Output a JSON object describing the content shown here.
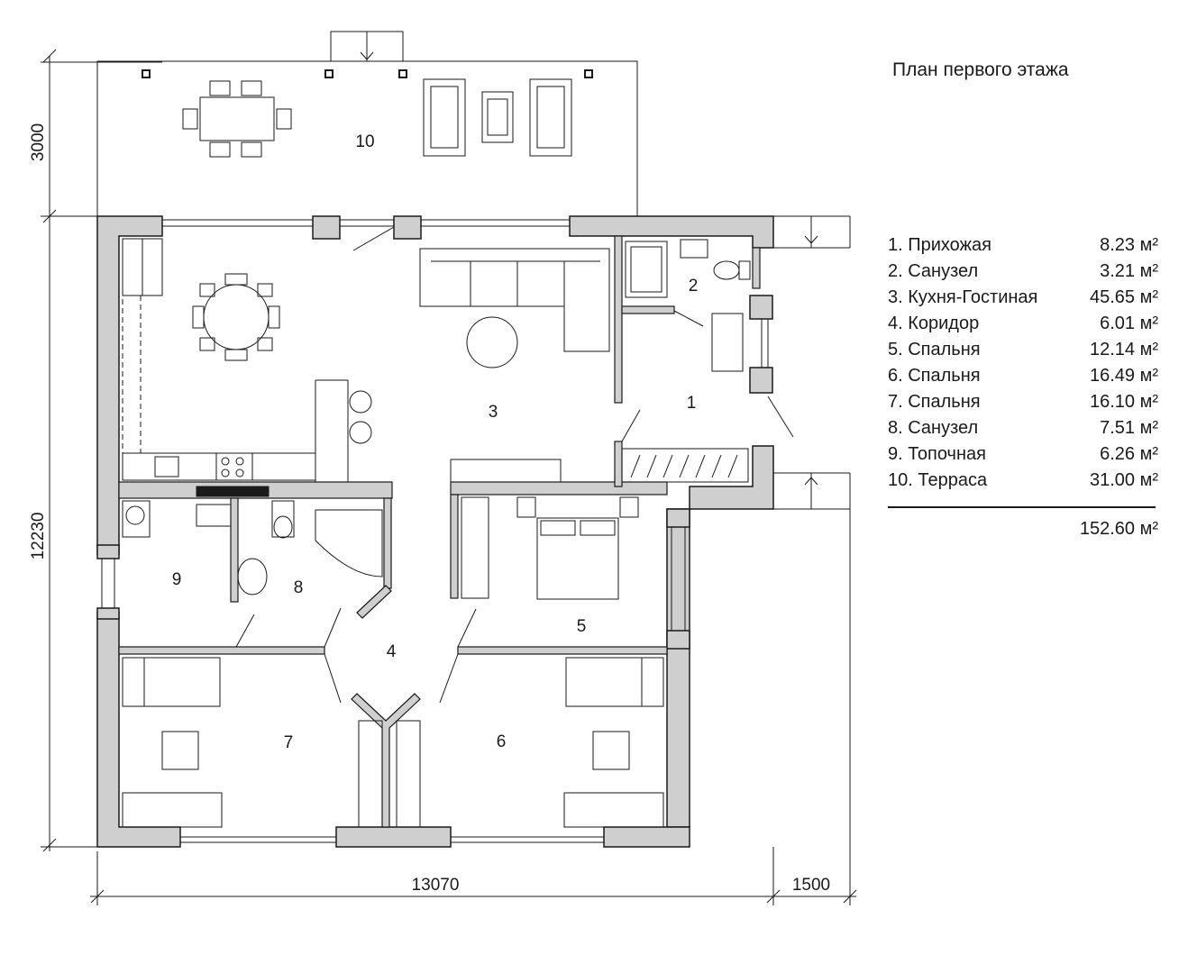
{
  "title": "План первого этажа",
  "rooms": [
    {
      "name": "1. Прихожая",
      "area": "8.23 м²"
    },
    {
      "name": "2. Санузел",
      "area": "3.21 м²"
    },
    {
      "name": "3. Кухня-Гостиная",
      "area": "45.65 м²"
    },
    {
      "name": "4. Коридор",
      "area": "6.01 м²"
    },
    {
      "name": "5. Спальня",
      "area": "12.14 м²"
    },
    {
      "name": "6. Спальня",
      "area": "16.49 м²"
    },
    {
      "name": "7. Спальня",
      "area": "16.10 м²"
    },
    {
      "name": "8. Санузел",
      "area": "7.51 м²"
    },
    {
      "name": "9. Топочная",
      "area": "6.26 м²"
    },
    {
      "name": "10. Терраса",
      "area": "31.00 м²"
    }
  ],
  "total_area": "152.60 м²",
  "room_numbers": [
    "1",
    "2",
    "3",
    "4",
    "5",
    "6",
    "7",
    "8",
    "9",
    "10"
  ],
  "dimensions": {
    "terrace_depth": "3000",
    "house_depth": "12230",
    "house_width": "13070",
    "porch_width": "1500"
  },
  "colors": {
    "wall_fill": "#cfcfcf",
    "line": "#1a1a1a"
  }
}
